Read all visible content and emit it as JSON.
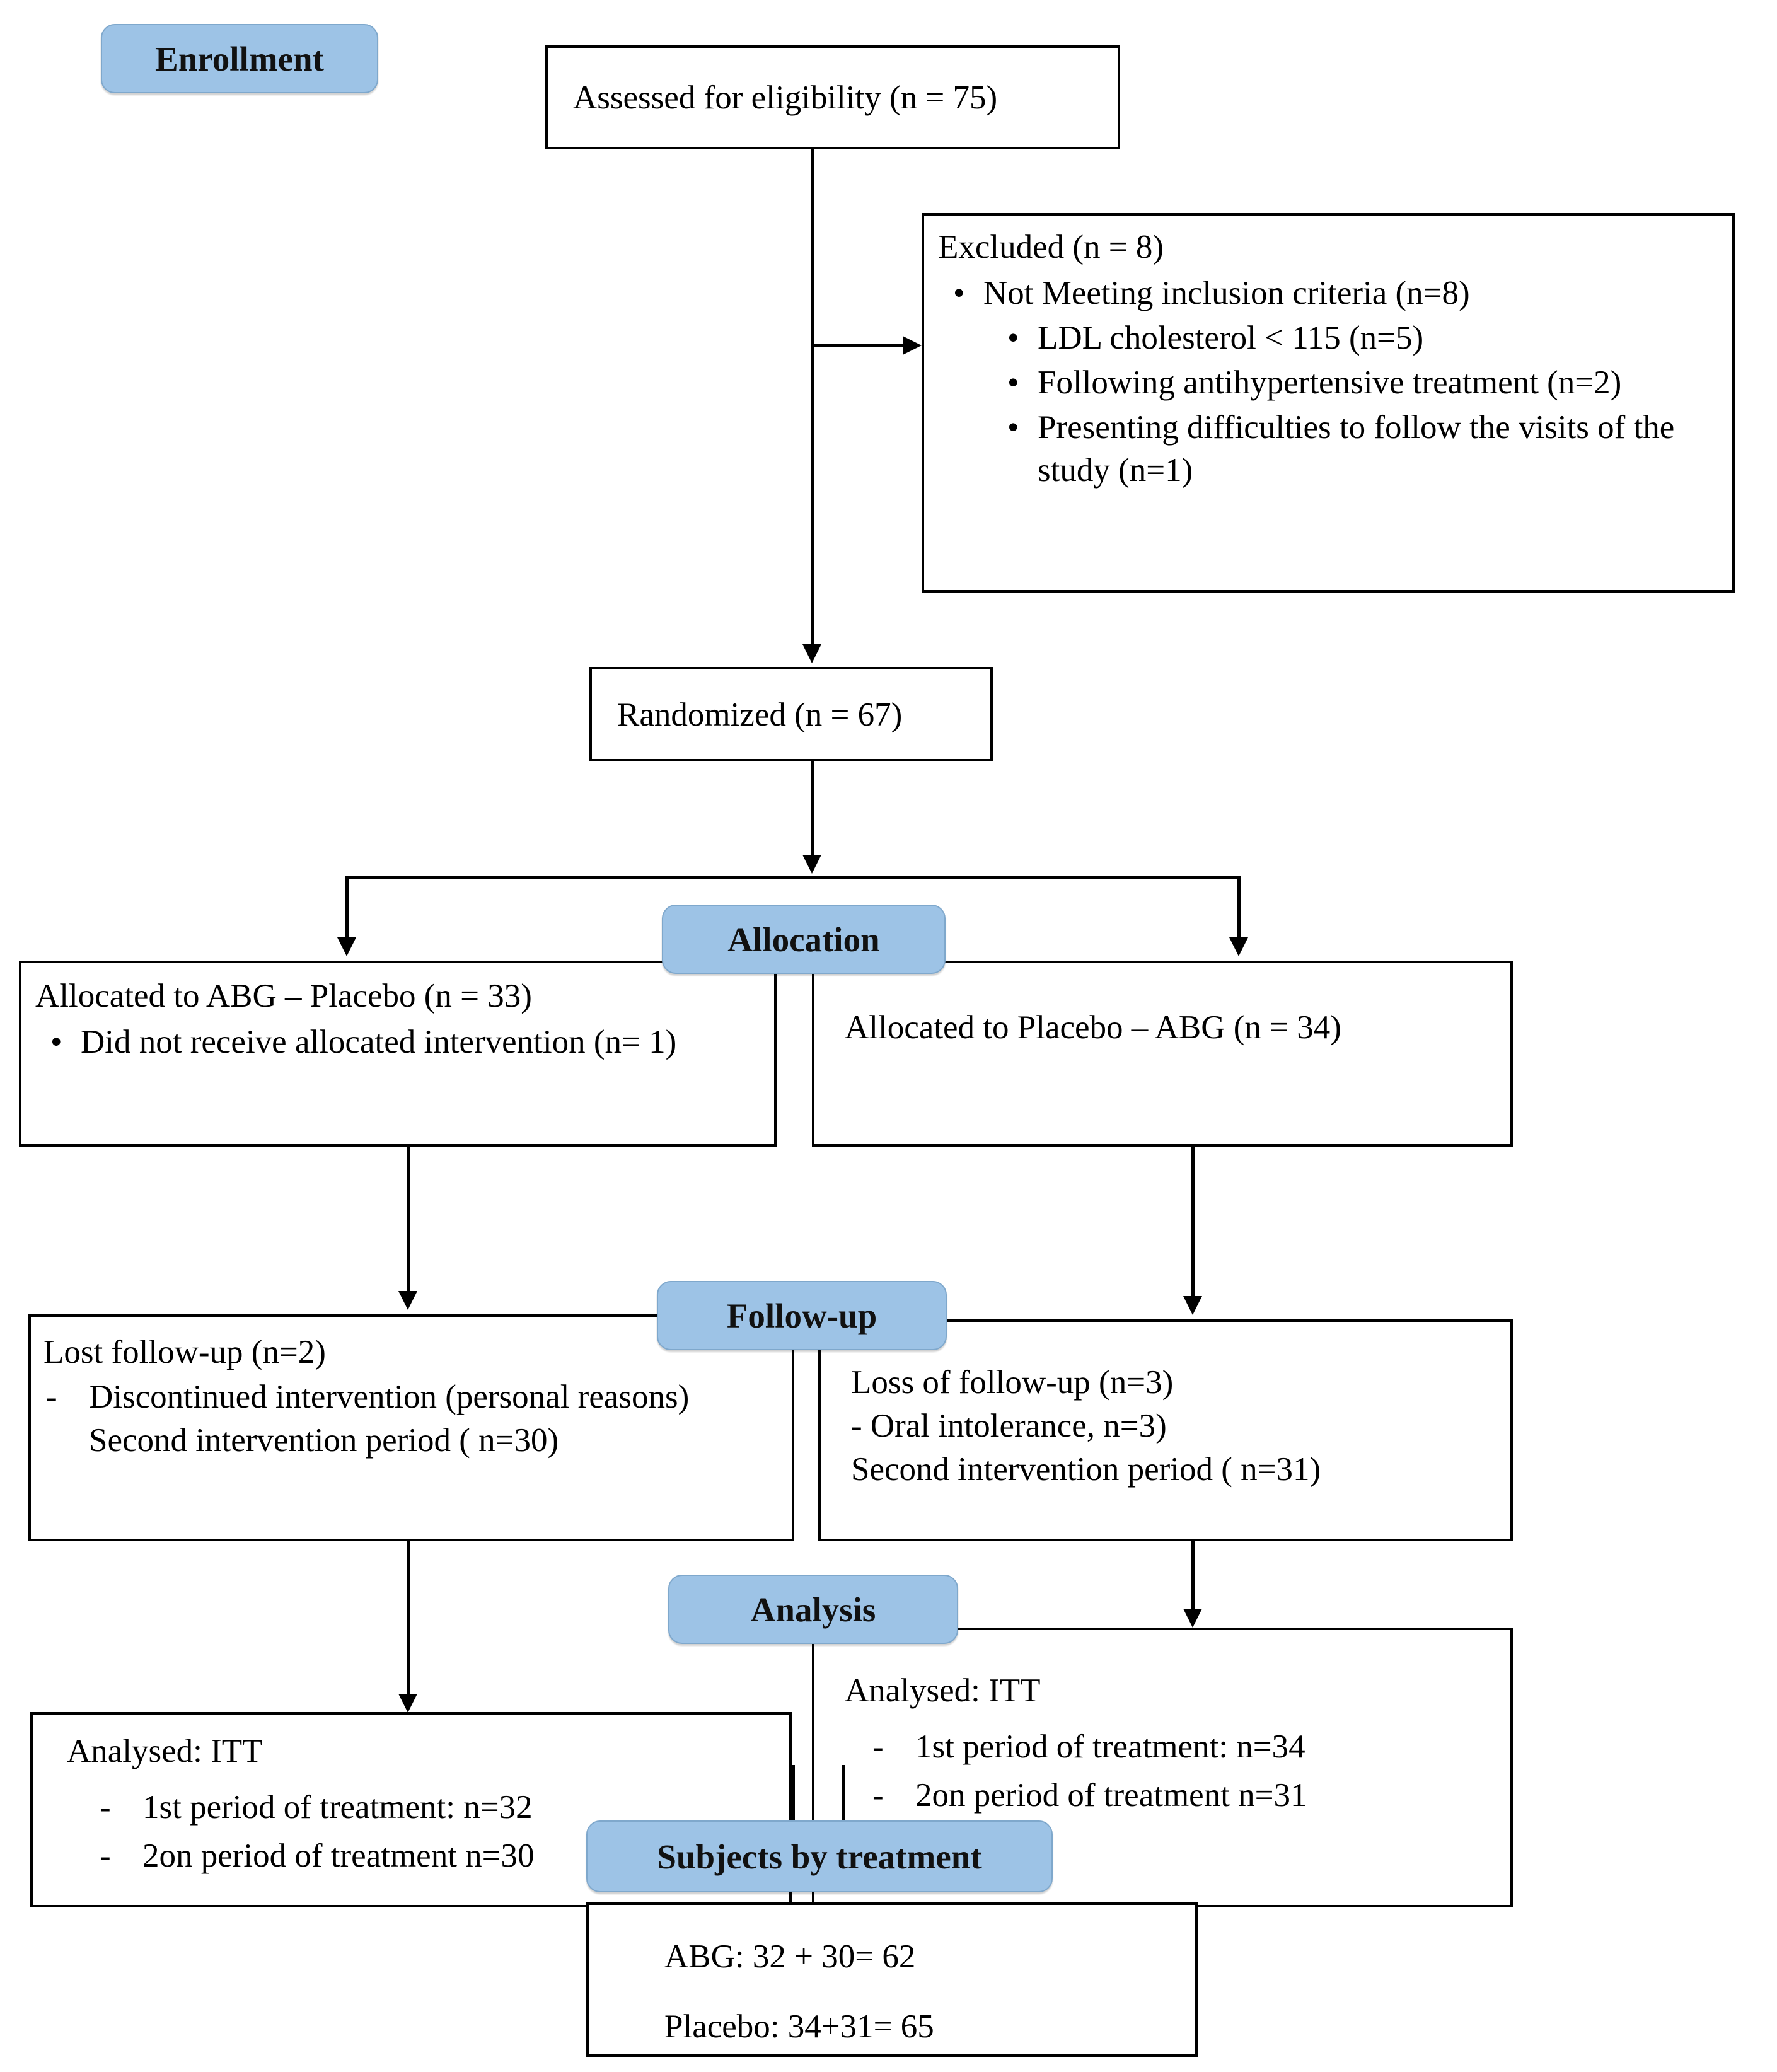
{
  "diagram": {
    "type": "CONSORT participant flow diagram",
    "stage_labels": {
      "enrollment": "Enrollment",
      "allocation": "Allocation",
      "followup": "Follow-up",
      "analysis": "Analysis",
      "subjects_by_treatment": "Subjects by treatment"
    },
    "assessed": "Assessed for eligibility  (n =  75)",
    "excluded": {
      "title": "Excluded (n = 8)",
      "items": [
        {
          "bullet": "•",
          "text": "Not Meeting inclusion criteria (n=8)"
        }
      ],
      "subitems": [
        {
          "bullet": "•",
          "text": "LDL cholesterol < 115 (n=5)"
        },
        {
          "bullet": "•",
          "text": "Following  antihypertensive treatment (n=2)"
        },
        {
          "bullet": "•",
          "text": "Presenting difficulties to follow the visits of the study (n=1)"
        }
      ]
    },
    "randomized": "Randomized (n = 67)",
    "allocation_left": {
      "title": "Allocated to ABG – Placebo (n = 33)",
      "items": [
        {
          "bullet": "•",
          "text": "Did not receive allocated intervention (n= 1)"
        }
      ]
    },
    "allocation_right": {
      "title": "Allocated to Placebo – ABG (n = 34)",
      "items": []
    },
    "followup_left": {
      "title": "Lost follow-up (n=2)",
      "items": [
        {
          "bullet": "-",
          "text": "Discontinued intervention (personal reasons)"
        }
      ],
      "footer": "Second intervention period  ( n=30)"
    },
    "followup_right": {
      "title": "Loss of  follow-up (n=3)",
      "items": [
        {
          "bullet": "",
          "text": "- Oral intolerance, n=3)"
        }
      ],
      "footer": "Second intervention period  ( n=31)"
    },
    "analysis_left": {
      "title": "Analysed: ITT",
      "items": [
        {
          "bullet": "-",
          "text": "1st period  of treatment: n=32"
        },
        {
          "bullet": "-",
          "text": "2on period of treatment  n=30"
        }
      ]
    },
    "analysis_right": {
      "title": "Analysed: ITT",
      "items": [
        {
          "bullet": "-",
          "text": "1st period  of treatment: n=34"
        },
        {
          "bullet": "-",
          "text": "2on period of treatment  n=31"
        }
      ]
    },
    "totals": {
      "abg": "ABG: 32 + 30= 62",
      "placebo": "Placebo: 34+31= 65"
    },
    "colors": {
      "badge_fill": "#9dc3e6",
      "badge_border": "#7fa8cc",
      "box_border": "#000000",
      "background": "#ffffff"
    }
  }
}
